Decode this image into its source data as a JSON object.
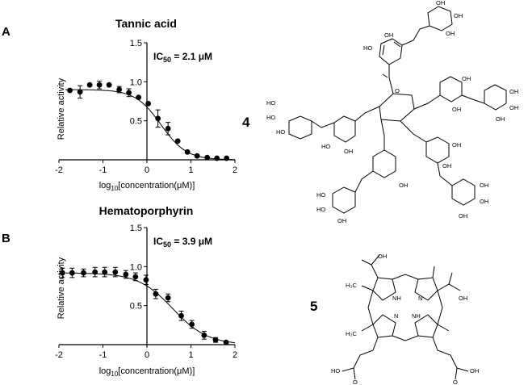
{
  "chart_data": [
    {
      "type": "scatter",
      "panel": "A",
      "title": "Tannic acid",
      "annotation_prefix": "IC",
      "annotation_sub": "50",
      "annotation_value": " = 2.1 μM",
      "xlabel_prefix": "log",
      "xlabel_sub": "10",
      "xlabel_rest": "[concentration(μM)]",
      "ylabel": "Relative activity",
      "xlim": [
        -2,
        2
      ],
      "ylim": [
        0,
        1.5
      ],
      "xticks": [
        "-2",
        "-1",
        "0",
        "1",
        "2"
      ],
      "yticks": [
        "0.5",
        "1.0",
        "1.5"
      ],
      "grid": false,
      "points": [
        {
          "x": -1.75,
          "y": 0.89,
          "err": 0.0
        },
        {
          "x": -1.52,
          "y": 0.87,
          "err": 0.08
        },
        {
          "x": -1.3,
          "y": 0.96,
          "err": 0.0
        },
        {
          "x": -1.08,
          "y": 0.96,
          "err": 0.05
        },
        {
          "x": -0.86,
          "y": 0.96,
          "err": 0.0
        },
        {
          "x": -0.63,
          "y": 0.9,
          "err": 0.04
        },
        {
          "x": -0.41,
          "y": 0.86,
          "err": 0.05
        },
        {
          "x": -0.19,
          "y": 0.8,
          "err": 0.0
        },
        {
          "x": 0.03,
          "y": 0.72,
          "err": 0.0
        },
        {
          "x": 0.25,
          "y": 0.53,
          "err": 0.11
        },
        {
          "x": 0.48,
          "y": 0.4,
          "err": 0.08
        },
        {
          "x": 0.7,
          "y": 0.24,
          "err": 0.0
        },
        {
          "x": 0.92,
          "y": 0.1,
          "err": 0.0
        },
        {
          "x": 1.14,
          "y": 0.05,
          "err": 0.0
        },
        {
          "x": 1.37,
          "y": 0.03,
          "err": 0.0
        },
        {
          "x": 1.59,
          "y": 0.02,
          "err": 0.0
        },
        {
          "x": 1.81,
          "y": 0.02,
          "err": 0.0
        }
      ],
      "fit": {
        "top": 0.9,
        "bottom": 0.0,
        "logIC50": 0.32,
        "hill": 1.5
      }
    },
    {
      "type": "scatter",
      "panel": "B",
      "title": "Hematoporphyrin",
      "annotation_prefix": "IC",
      "annotation_sub": "50",
      "annotation_value": " = 3.9 μM",
      "xlabel_prefix": "log",
      "xlabel_sub": "10",
      "xlabel_rest": "[concentration(μM)]",
      "ylabel": "Relative activity",
      "xlim": [
        -2,
        2
      ],
      "ylim": [
        0,
        1.5
      ],
      "xticks": [
        "-2",
        "-1",
        "0",
        "1",
        "2"
      ],
      "yticks": [
        "0.5",
        "1.0",
        "1.5"
      ],
      "grid": false,
      "points": [
        {
          "x": -1.92,
          "y": 0.92,
          "err": 0.06
        },
        {
          "x": -1.7,
          "y": 0.92,
          "err": 0.06
        },
        {
          "x": -1.44,
          "y": 0.92,
          "err": 0.05
        },
        {
          "x": -1.18,
          "y": 0.93,
          "err": 0.06
        },
        {
          "x": -0.96,
          "y": 0.93,
          "err": 0.06
        },
        {
          "x": -0.72,
          "y": 0.93,
          "err": 0.06
        },
        {
          "x": -0.48,
          "y": 0.9,
          "err": 0.05
        },
        {
          "x": -0.26,
          "y": 0.87,
          "err": 0.05
        },
        {
          "x": -0.02,
          "y": 0.83,
          "err": 0.06
        },
        {
          "x": 0.2,
          "y": 0.65,
          "err": 0.06
        },
        {
          "x": 0.48,
          "y": 0.6,
          "err": 0.05
        },
        {
          "x": 0.78,
          "y": 0.37,
          "err": 0.06
        },
        {
          "x": 1.02,
          "y": 0.26,
          "err": 0.05
        },
        {
          "x": 1.3,
          "y": 0.12,
          "err": 0.05
        },
        {
          "x": 1.56,
          "y": 0.06,
          "err": 0.03
        },
        {
          "x": 1.8,
          "y": 0.03,
          "err": 0.0
        }
      ],
      "fit": {
        "top": 0.92,
        "bottom": 0.0,
        "logIC50": 0.59,
        "hill": 1.1
      }
    }
  ],
  "compounds": [
    {
      "number": "4"
    },
    {
      "number": "5"
    }
  ],
  "chem_labels": {
    "oh": "OH",
    "ho": "HO",
    "o": "O",
    "n": "N",
    "nh": "NH",
    "h3c": "H₃C"
  }
}
